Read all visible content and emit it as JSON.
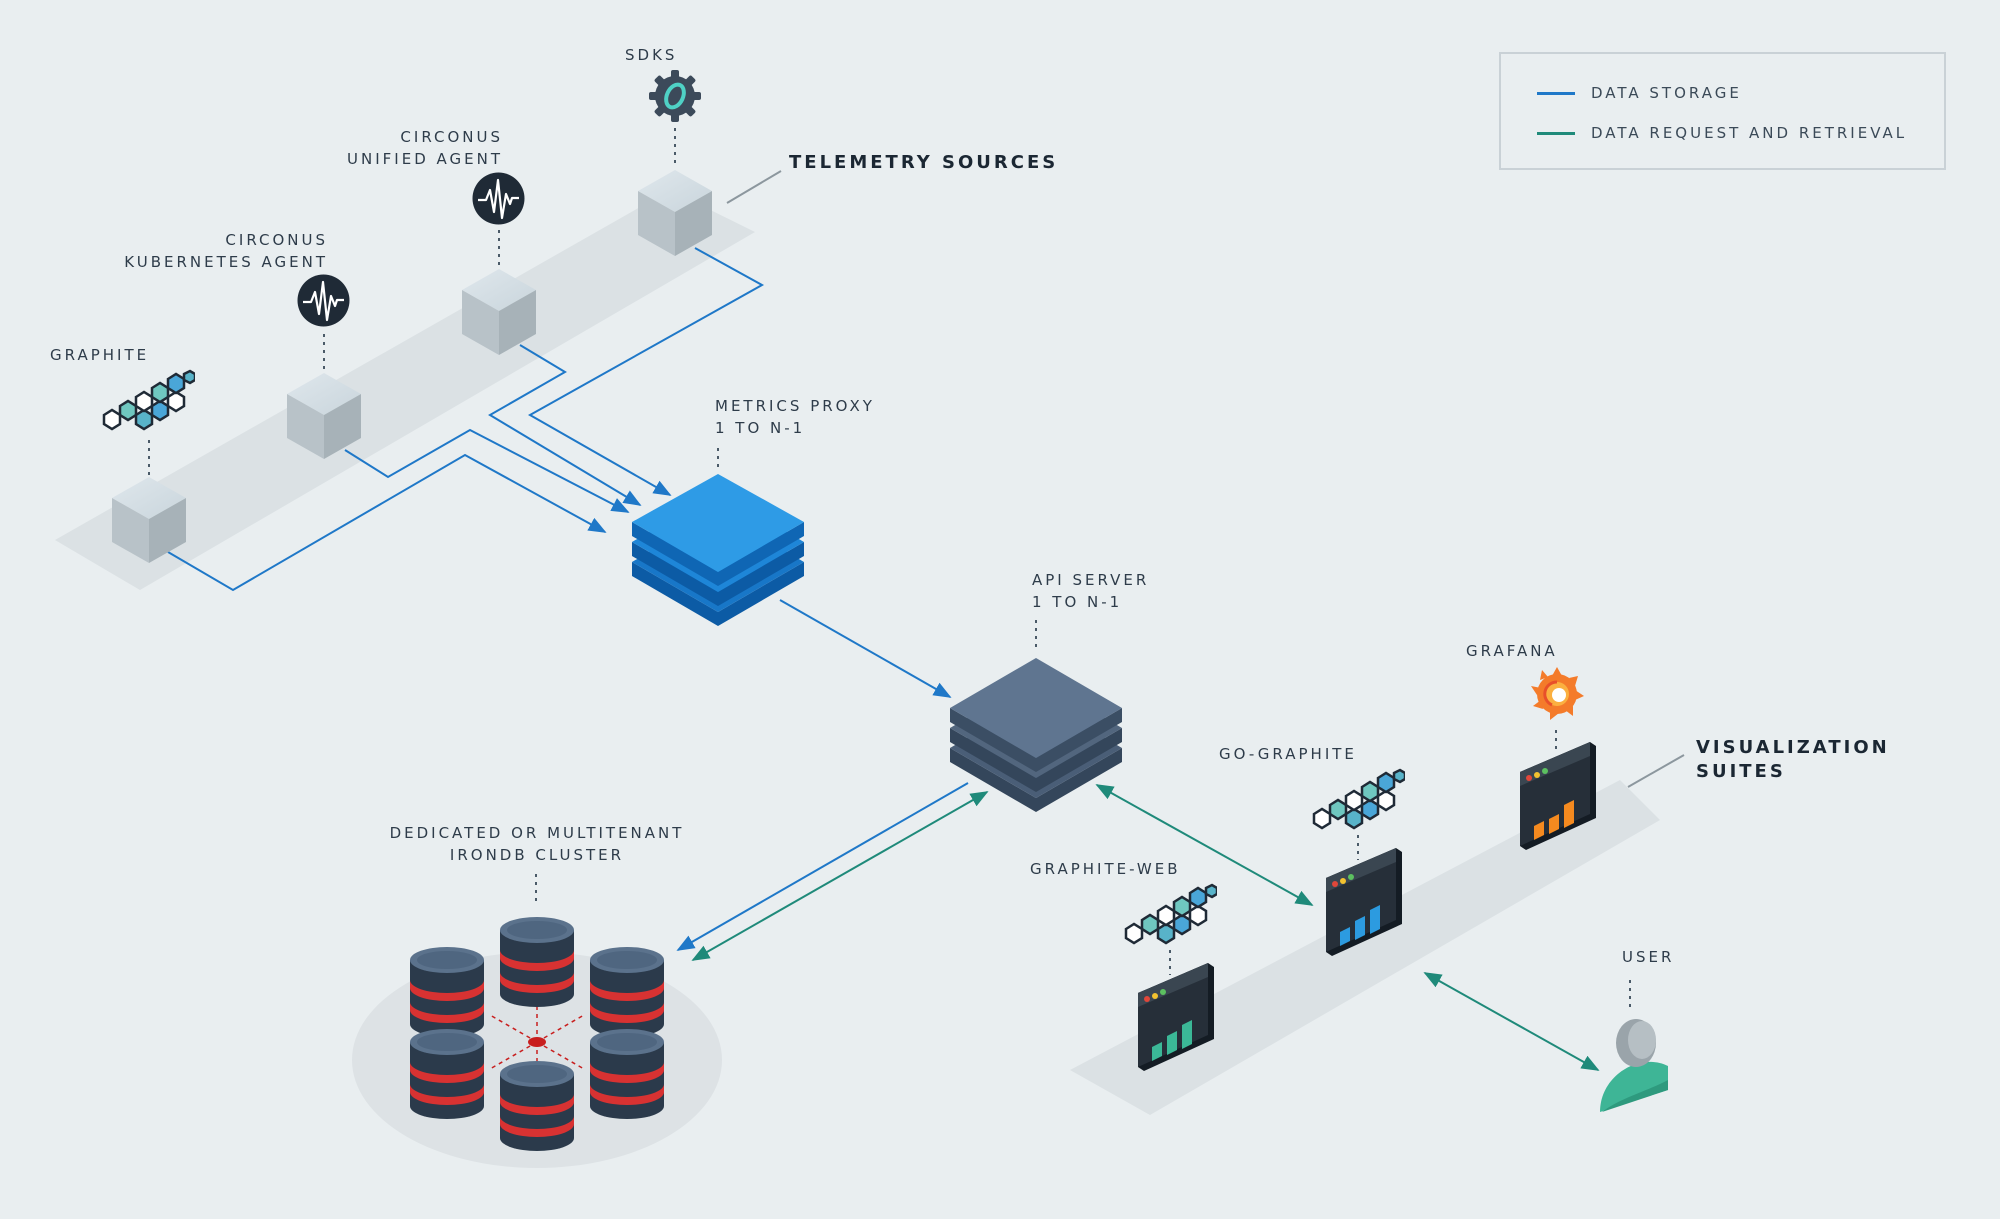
{
  "legend": {
    "items": [
      {
        "label": "DATA STORAGE",
        "color": "#1f78c8"
      },
      {
        "label": "DATA REQUEST AND RETRIEVAL",
        "color": "#1f8a7a"
      }
    ]
  },
  "headings": {
    "telemetry_sources": "TELEMETRY SOURCES",
    "visualization_suites": [
      "VISUALIZATION",
      "SUITES"
    ]
  },
  "sources": {
    "sdks": "SDKS",
    "unified_agent": [
      "CIRCONUS",
      "UNIFIED AGENT"
    ],
    "kubernetes_agent": [
      "CIRCONUS",
      "KUBERNETES AGENT"
    ],
    "graphite": "GRAPHITE"
  },
  "components": {
    "metrics_proxy": [
      "METRICS PROXY",
      "1 TO N-1"
    ],
    "api_server": [
      "API SERVER",
      "1 TO N-1"
    ],
    "irondb_cluster": [
      "DEDICATED OR MULTITENANT",
      "IRONDB CLUSTER"
    ]
  },
  "visualization": {
    "grafana": "GRAFANA",
    "go_graphite": "GO-GRAPHITE",
    "graphite_web": "GRAPHITE-WEB",
    "user": "USER"
  },
  "colors": {
    "storage_line": "#1f78c8",
    "retrieval_line": "#1f8a7a",
    "background": "#e9eef0",
    "proxy_blue": "#1a82d6",
    "api_slate": "#52667e",
    "db_red": "#d83232",
    "grafana_orange": "#f07a2a"
  },
  "icons": {
    "sdk": "gear-icon",
    "agent": "pulse-icon",
    "graphite": "graphite-hex-icon",
    "grafana": "grafana-swirl-icon",
    "browser": "browser-chart-icon",
    "user": "user-icon",
    "database": "database-icon"
  }
}
